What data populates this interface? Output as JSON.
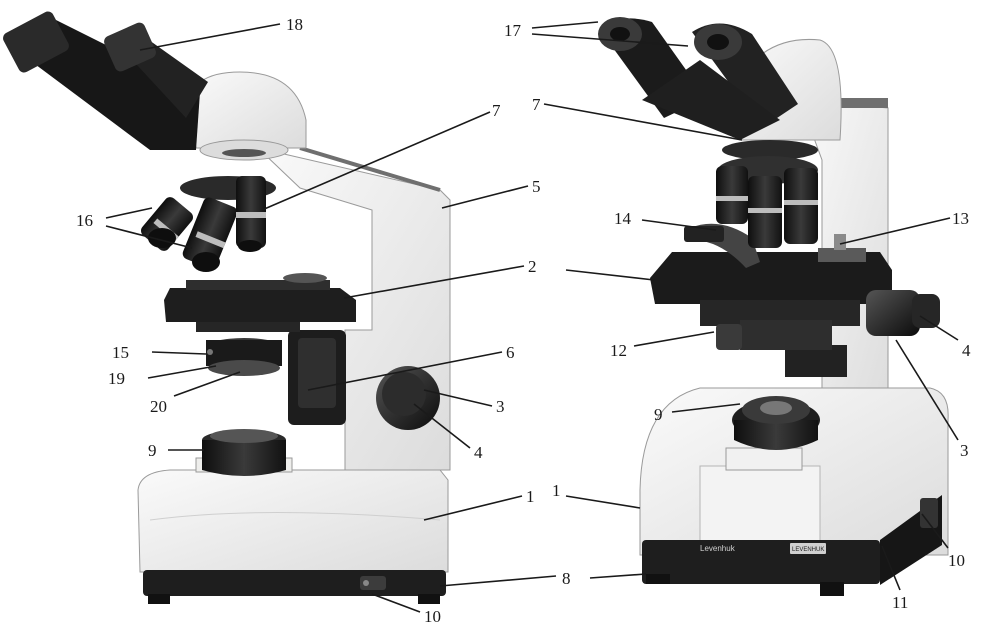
{
  "labels": {
    "l1": "1",
    "l2": "2",
    "l3": "3",
    "l4": "4",
    "l5": "5",
    "l6": "6",
    "l7": "7",
    "l8": "8",
    "l9": "9",
    "l10": "10",
    "l15": "15",
    "l16": "16",
    "l18": "18",
    "l19": "19",
    "l20": "20",
    "r1": "1",
    "r2": "2",
    "r3": "3",
    "r4": "4",
    "r7": "7",
    "r8": "8",
    "r9": "9",
    "r10": "10",
    "r11": "11",
    "r12": "12",
    "r13": "13",
    "r14": "14",
    "r17": "17"
  },
  "brand": {
    "name": "Levenhuk",
    "badge": "LEVENHUK"
  },
  "colors": {
    "body": "#eeeeec",
    "dark": "#1e1e1e",
    "mid": "#3c3c3c",
    "outline": "#9a9a9a"
  }
}
